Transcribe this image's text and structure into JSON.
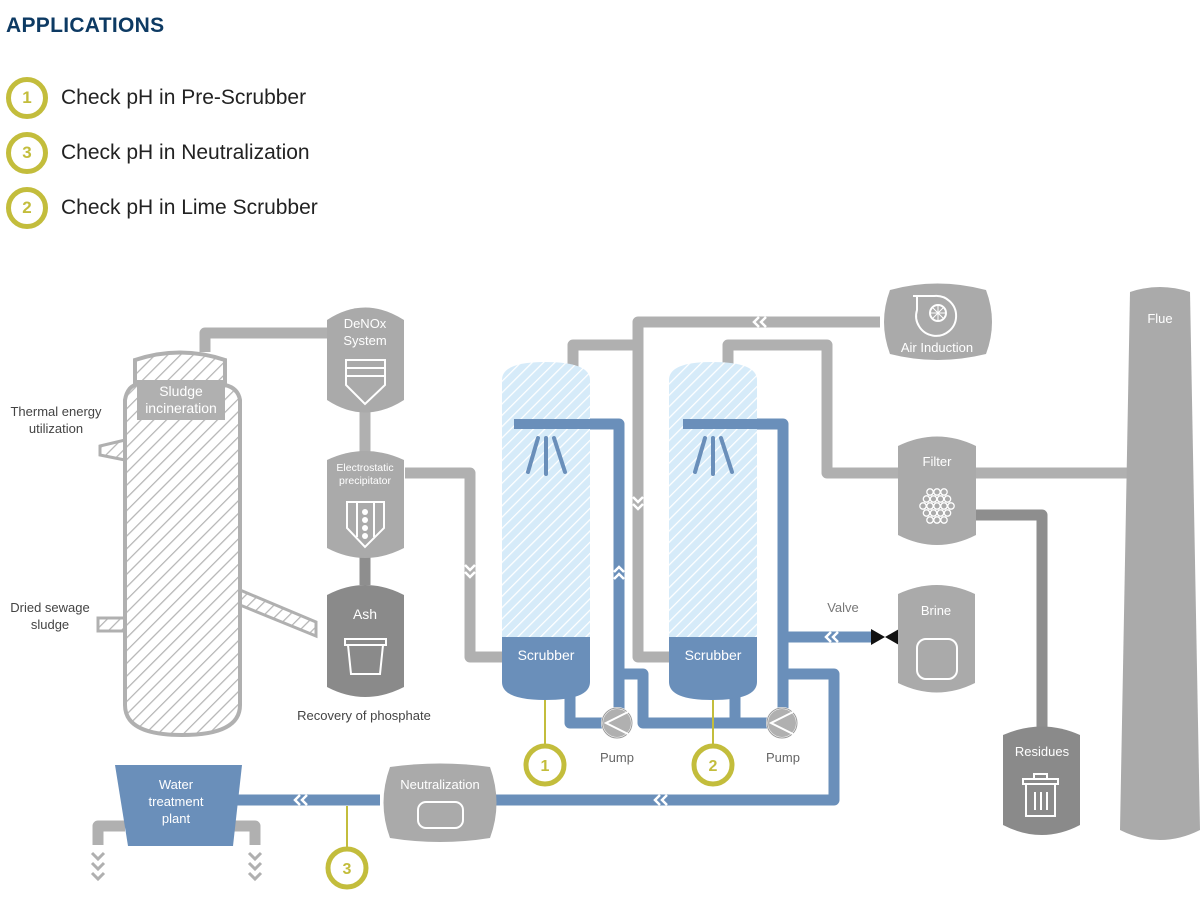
{
  "header": {
    "title": "APPLICATIONS"
  },
  "legend": [
    {
      "number": "1",
      "label": "Check pH in Pre-Scrubber"
    },
    {
      "number": "3",
      "label": "Check pH in Neutralization"
    },
    {
      "number": "2",
      "label": "Check pH in Lime Scrubber"
    }
  ],
  "colors": {
    "title": "#0d3a63",
    "badge": "#c3bd3c",
    "gray_pipe": "#b0b0b0",
    "dark_gray": "#8a8a8a",
    "blue": "#6a8fba",
    "light_blue": "#cfe6f7"
  },
  "diagram": {
    "incinerator": {
      "label_line1": "Sludge",
      "label_line2": "incineration"
    },
    "thermal": {
      "line1": "Thermal energy",
      "line2": "utilization"
    },
    "dried": {
      "line1": "Dried sewage",
      "line2": "sludge"
    },
    "denox": {
      "line1": "DeNOx",
      "line2": "System"
    },
    "esp": {
      "line1": "Electrostatic",
      "line2": "precipitator"
    },
    "ash": {
      "label": "Ash"
    },
    "phosphate": {
      "label": "Recovery of phosphate"
    },
    "scrubber1": {
      "label": "Scrubber"
    },
    "scrubber2": {
      "label": "Scrubber"
    },
    "pump1": {
      "label": "Pump"
    },
    "pump2": {
      "label": "Pump"
    },
    "marker1": {
      "number": "1"
    },
    "marker2": {
      "number": "2"
    },
    "marker3": {
      "number": "3"
    },
    "air_induction": {
      "label": "Air Induction"
    },
    "filter": {
      "label": "Filter"
    },
    "flue": {
      "label": "Flue"
    },
    "valve": {
      "label": "Valve"
    },
    "brine": {
      "label": "Brine"
    },
    "residues": {
      "label": "Residues"
    },
    "neutralization": {
      "label": "Neutralization"
    },
    "water_plant": {
      "line1": "Water",
      "line2": "treatment",
      "line3": "plant"
    }
  }
}
